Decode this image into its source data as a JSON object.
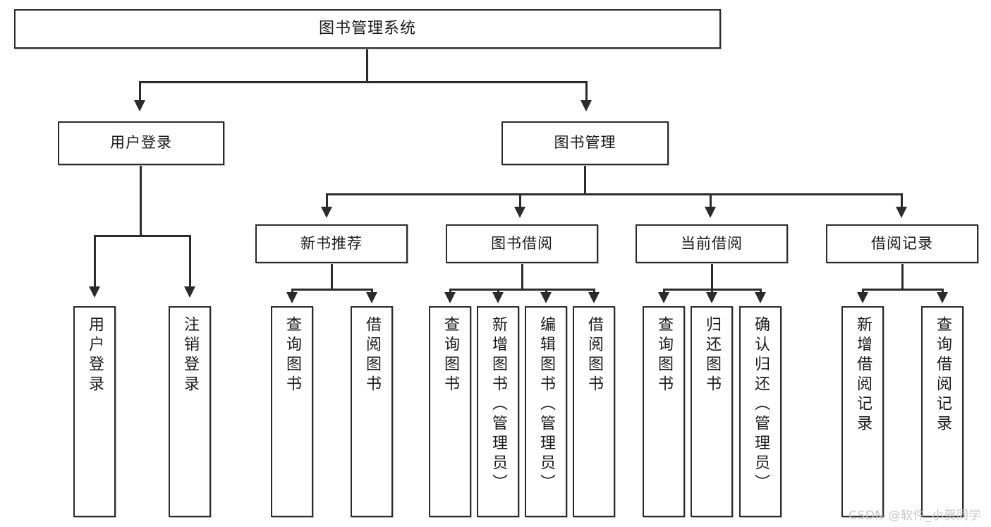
{
  "diagram": {
    "title": "图书管理系统",
    "type": "tree-hierarchy-diagram",
    "root": {
      "label": "图书管理系统"
    },
    "level1": [
      {
        "label": "用户登录"
      },
      {
        "label": "图书管理"
      }
    ],
    "level2": [
      {
        "label": "新书推荐"
      },
      {
        "label": "图书借阅"
      },
      {
        "label": "当前借阅"
      },
      {
        "label": "借阅记录"
      }
    ],
    "leaves": {
      "user_login": [
        {
          "label": "用户登录"
        },
        {
          "label": "注销登录"
        }
      ],
      "new_book_recommend": [
        {
          "label": "查询图书"
        },
        {
          "label": "借阅图书"
        }
      ],
      "book_borrow": [
        {
          "label": "查询图书"
        },
        {
          "label": "新增图书（管理员）"
        },
        {
          "label": "编辑图书（管理员）"
        },
        {
          "label": "借阅图书"
        }
      ],
      "current_borrow": [
        {
          "label": "查询图书"
        },
        {
          "label": "归还图书"
        },
        {
          "label": "确认归还（管理员）"
        }
      ],
      "borrow_record": [
        {
          "label": "新增借阅记录"
        },
        {
          "label": "查询借阅记录"
        }
      ]
    },
    "watermark": "CSDN @软件_小贺同学",
    "colors": {
      "stroke": "#2b2b2b",
      "fill": "#ffffff",
      "text": "#1a1a1a",
      "watermark": "#c9c9c9"
    }
  }
}
